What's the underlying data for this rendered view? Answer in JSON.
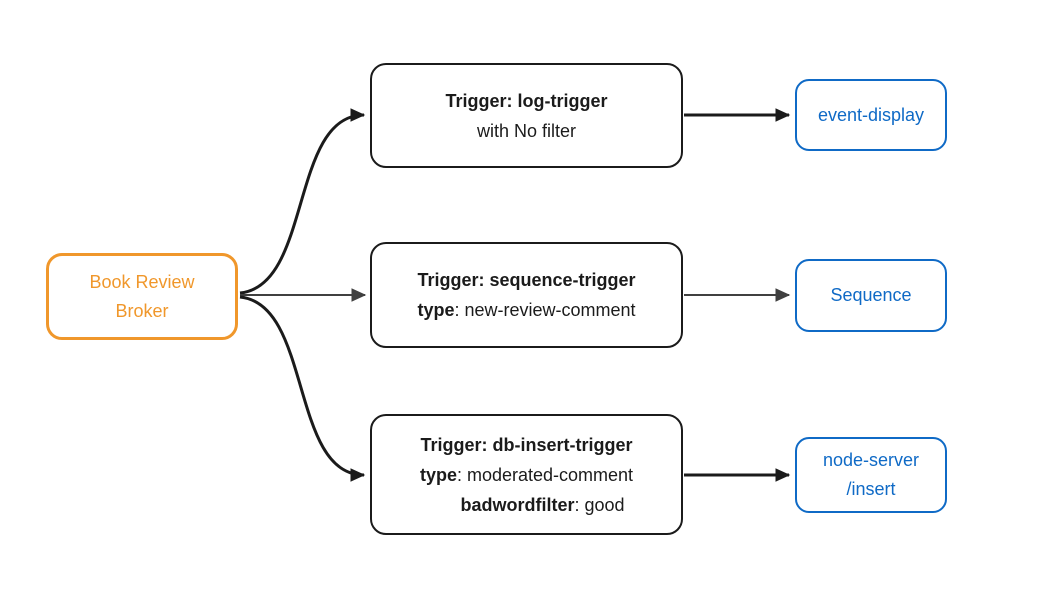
{
  "colors": {
    "orange": "#F0972B",
    "blue": "#0F6AC6",
    "ink": "#1B1B1B",
    "gray_arrow": "#404040",
    "background": "#FFFFFF"
  },
  "broker": {
    "line1": "Book Review",
    "line2": "Broker"
  },
  "rows": [
    {
      "trigger": {
        "title": "Trigger: log-trigger",
        "attr1_key": "",
        "attr1_value": "with No filter"
      },
      "sink": {
        "line1": "event-display"
      }
    },
    {
      "trigger": {
        "title": "Trigger: sequence-trigger",
        "attr1_key": "type",
        "attr1_value": ": new-review-comment"
      },
      "sink": {
        "line1": "Sequence"
      }
    },
    {
      "trigger": {
        "title": "Trigger: db-insert-trigger",
        "attr1_key": "type",
        "attr1_value": ": moderated-comment",
        "attr2_key": "badwordfilter",
        "attr2_value": ": good"
      },
      "sink": {
        "line1": "node-server",
        "line2": "/insert"
      }
    }
  ]
}
